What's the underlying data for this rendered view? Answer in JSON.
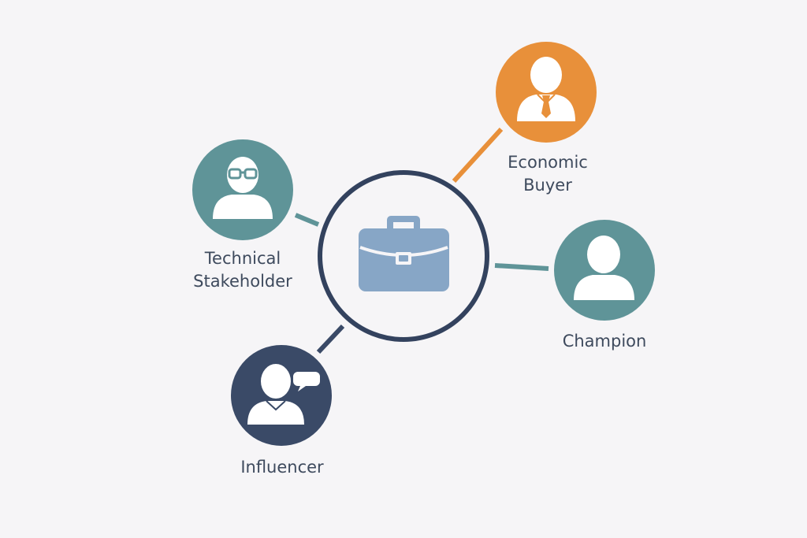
{
  "colors": {
    "background": "#f6f5f7",
    "hub_ring": "#33425e",
    "briefcase": "#87a6c6",
    "teal": "#5f9498",
    "orange": "#e8903a",
    "navy": "#3a4a67",
    "label_text": "#3e4a5d",
    "figure": "#ffffff"
  },
  "hub": {
    "icon": "briefcase-icon"
  },
  "nodes": {
    "economic_buyer": {
      "line1": "Economic",
      "line2": "Buyer",
      "icon": "person-with-tie-icon"
    },
    "technical_stakeholder": {
      "line1": "Technical",
      "line2": "Stakeholder",
      "icon": "person-with-glasses-icon"
    },
    "champion": {
      "line1": "Champion",
      "icon": "person-icon"
    },
    "influencer": {
      "line1": "Influencer",
      "icon": "person-with-speech-bubble-icon"
    }
  }
}
